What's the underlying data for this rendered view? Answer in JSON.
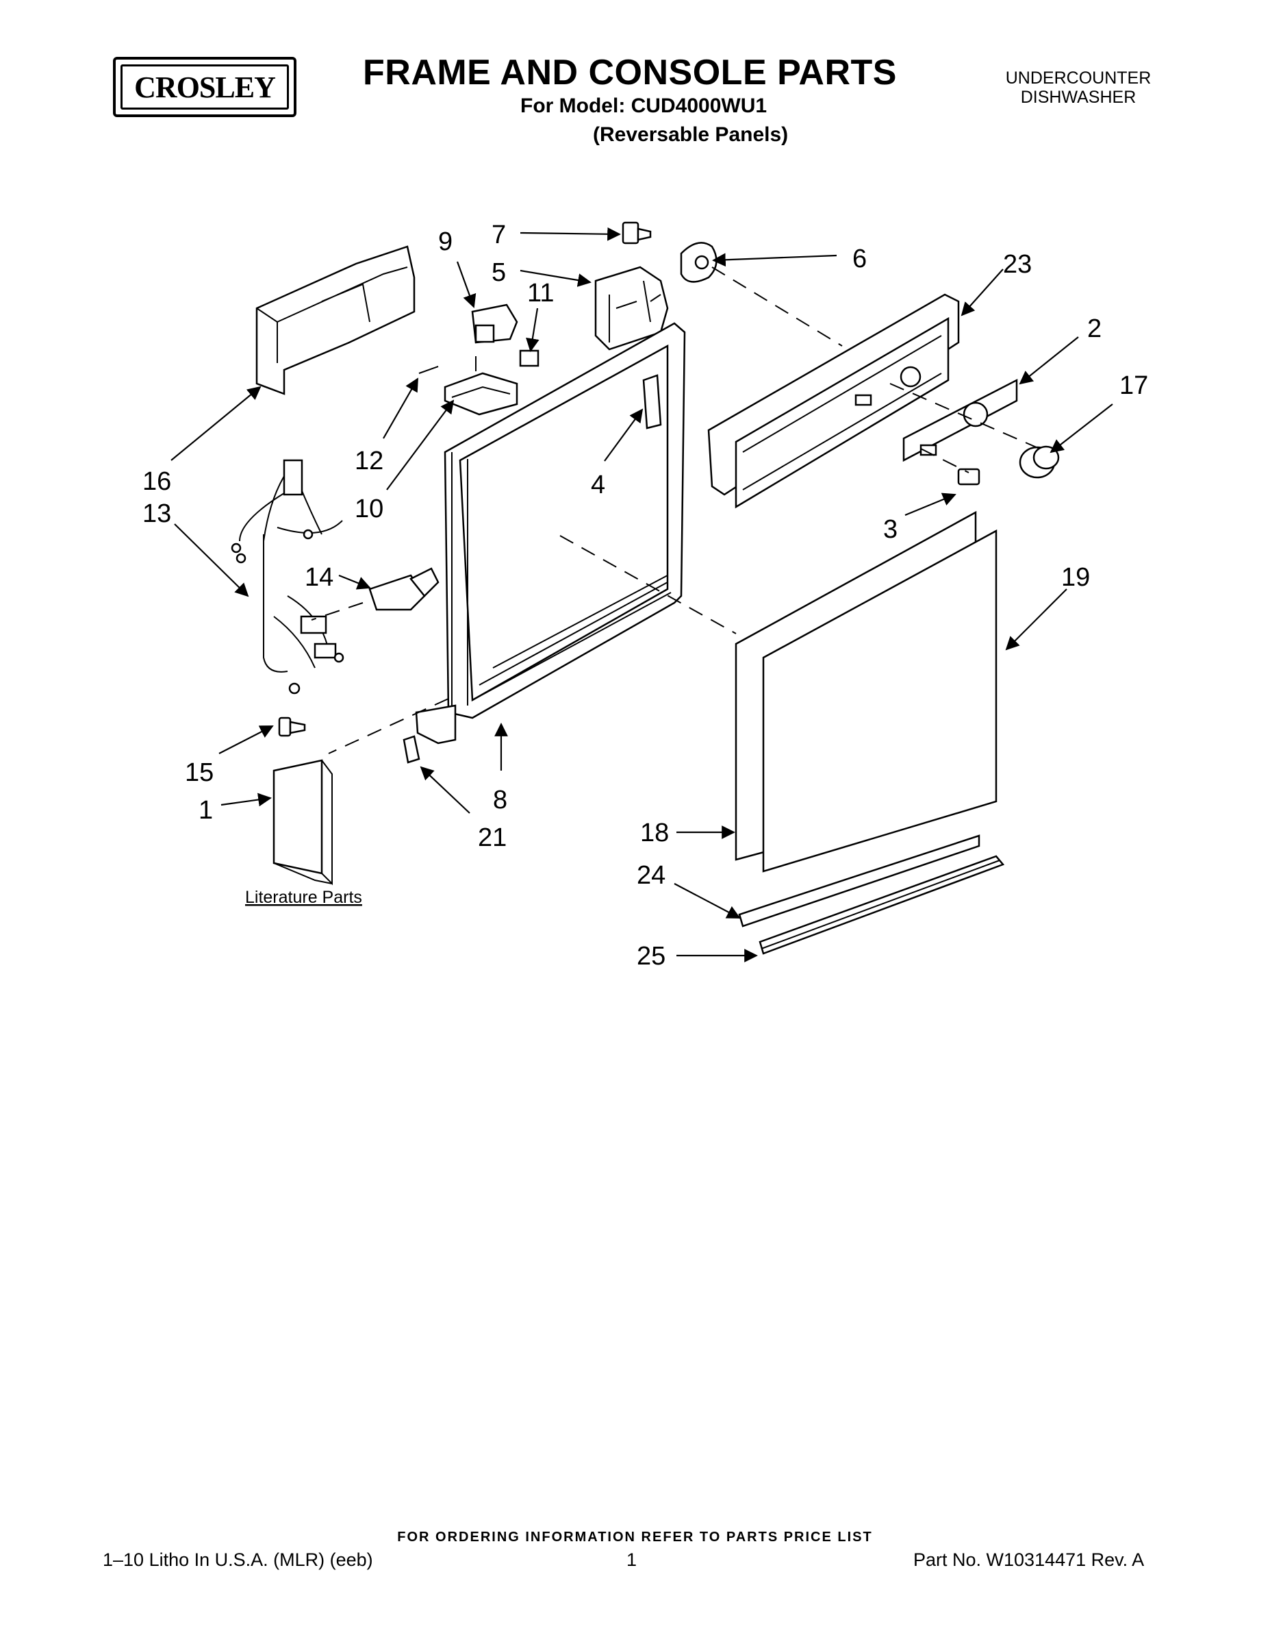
{
  "header": {
    "brand": "CROSLEY",
    "title": "FRAME AND CONSOLE PARTS",
    "model": "For Model: CUD4000WU1",
    "variant": "(Reversable Panels)",
    "product_line1": "UNDERCOUNTER",
    "product_line2": "DISHWASHER"
  },
  "callouts": {
    "c1": "1",
    "c2": "2",
    "c3": "3",
    "c4": "4",
    "c5": "5",
    "c6": "6",
    "c7": "7",
    "c8": "8",
    "c9": "9",
    "c10": "10",
    "c11": "11",
    "c12": "12",
    "c13": "13",
    "c14": "14",
    "c15": "15",
    "c16": "16",
    "c17": "17",
    "c18": "18",
    "c19": "19",
    "c21": "21",
    "c23": "23",
    "c24": "24",
    "c25": "25"
  },
  "literature_label": "Literature Parts",
  "footer": {
    "order_info": "FOR ORDERING INFORMATION REFER TO PARTS PRICE LIST",
    "litho": "1–10 Litho In U.S.A. (MLR) (eeb)",
    "page": "1",
    "part_no": "Part No. W10314471 Rev. A"
  }
}
